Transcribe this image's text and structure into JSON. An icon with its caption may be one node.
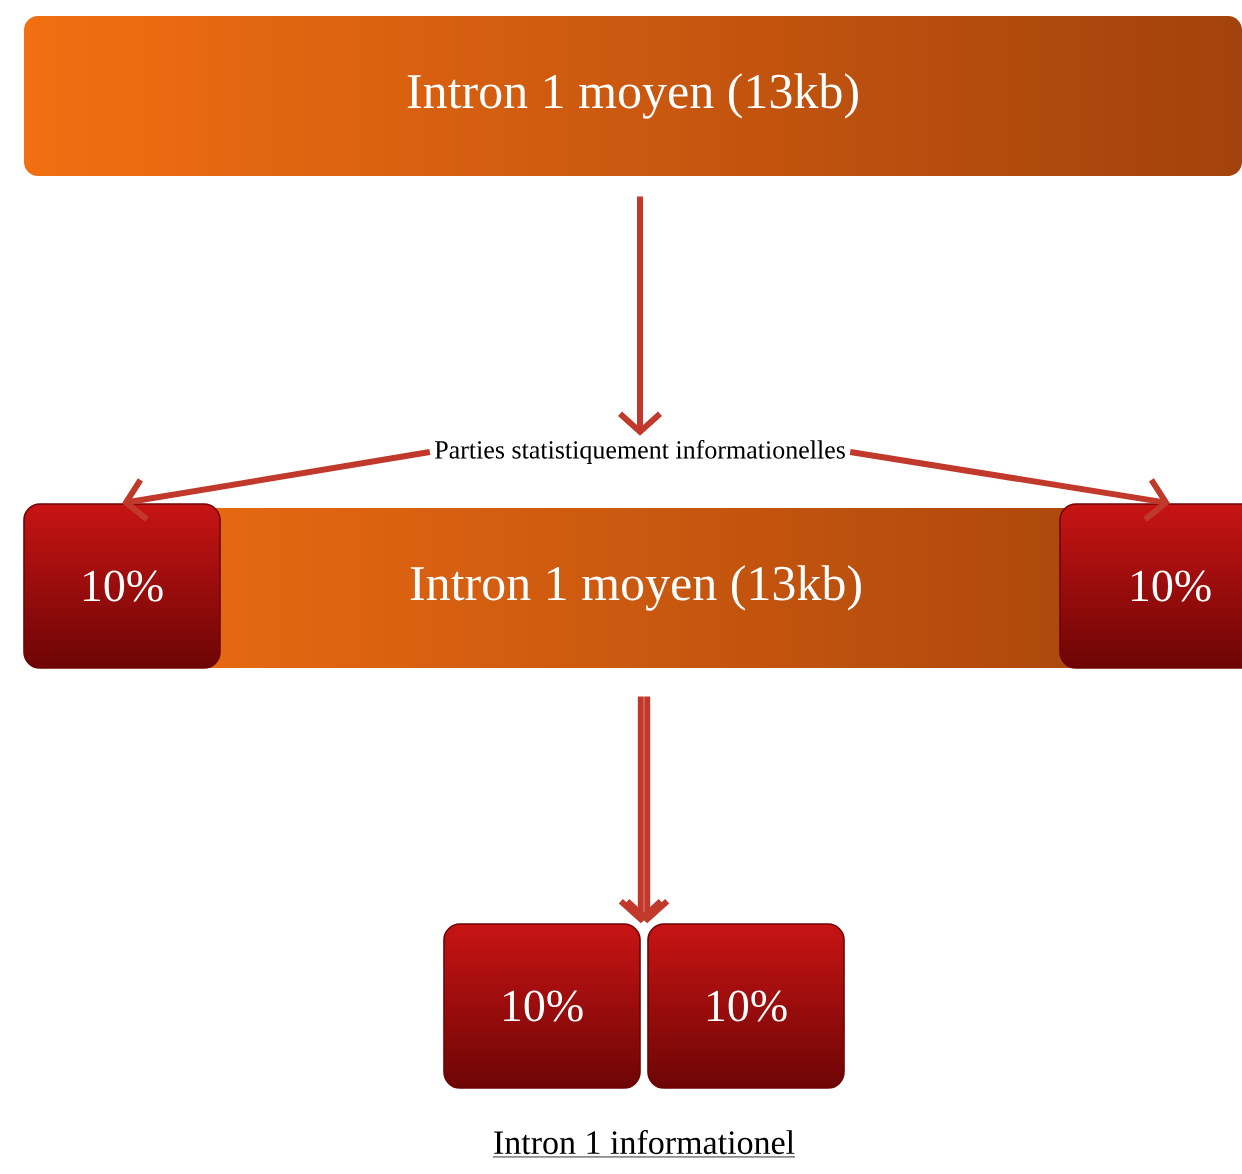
{
  "diagram": {
    "nodes": [
      {
        "text": [
          "Intron 1 moyen (13kb)"
        ]
      },
      {
        "text": [
          "Parties statistiquement informationelles"
        ]
      },
      {
        "text": [
          "Intron 1 moyen (13kb)"
        ]
      },
      {
        "text": [
          "10%"
        ]
      },
      {
        "text": [
          "10%"
        ]
      },
      {
        "text": [
          "10%"
        ]
      },
      {
        "text": [
          "10%"
        ]
      }
    ],
    "edges": [
      {
        "from": 0,
        "to": 1,
        "arrow": "to"
      },
      {
        "from": 1,
        "to": 3,
        "arrow": "to"
      },
      {
        "from": 1,
        "to": 4,
        "arrow": "to"
      },
      {
        "from": 2,
        "to": 5,
        "arrow": "to"
      },
      {
        "from": 2,
        "to": 6,
        "arrow": "to"
      }
    ],
    "labels": [
      "Intron 1 informationel"
    ]
  }
}
